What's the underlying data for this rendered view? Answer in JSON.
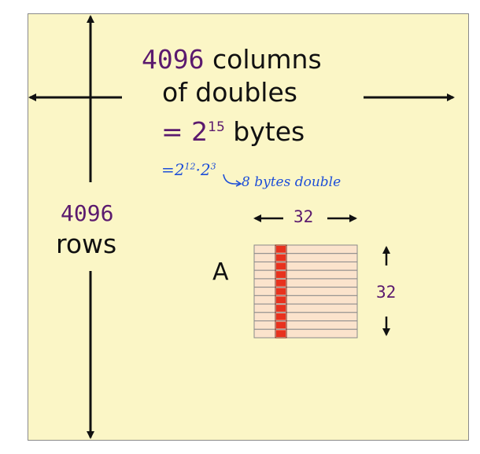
{
  "columns": {
    "count": "4096",
    "label_line1": "columns",
    "label_line2": "of doubles"
  },
  "bytes": {
    "eq": "=",
    "base": "2",
    "exp": "15",
    "unit": "bytes"
  },
  "rows": {
    "count": "4096",
    "label": "rows"
  },
  "annotation": {
    "eq": "=",
    "a_base": "2",
    "a_exp": "12",
    "dot": "·",
    "b_base": "2",
    "b_exp": "3",
    "note": "8 bytes double"
  },
  "matrix": {
    "name": "A",
    "width_label": "32",
    "height_label": "32",
    "row_count": 11
  },
  "colors": {
    "background": "#fbf6c6",
    "cell_fill": "#fbe3cc",
    "highlight": "#e8321e",
    "ink_purple": "#5b1a6e",
    "ink_blue": "#1e4fd8"
  }
}
